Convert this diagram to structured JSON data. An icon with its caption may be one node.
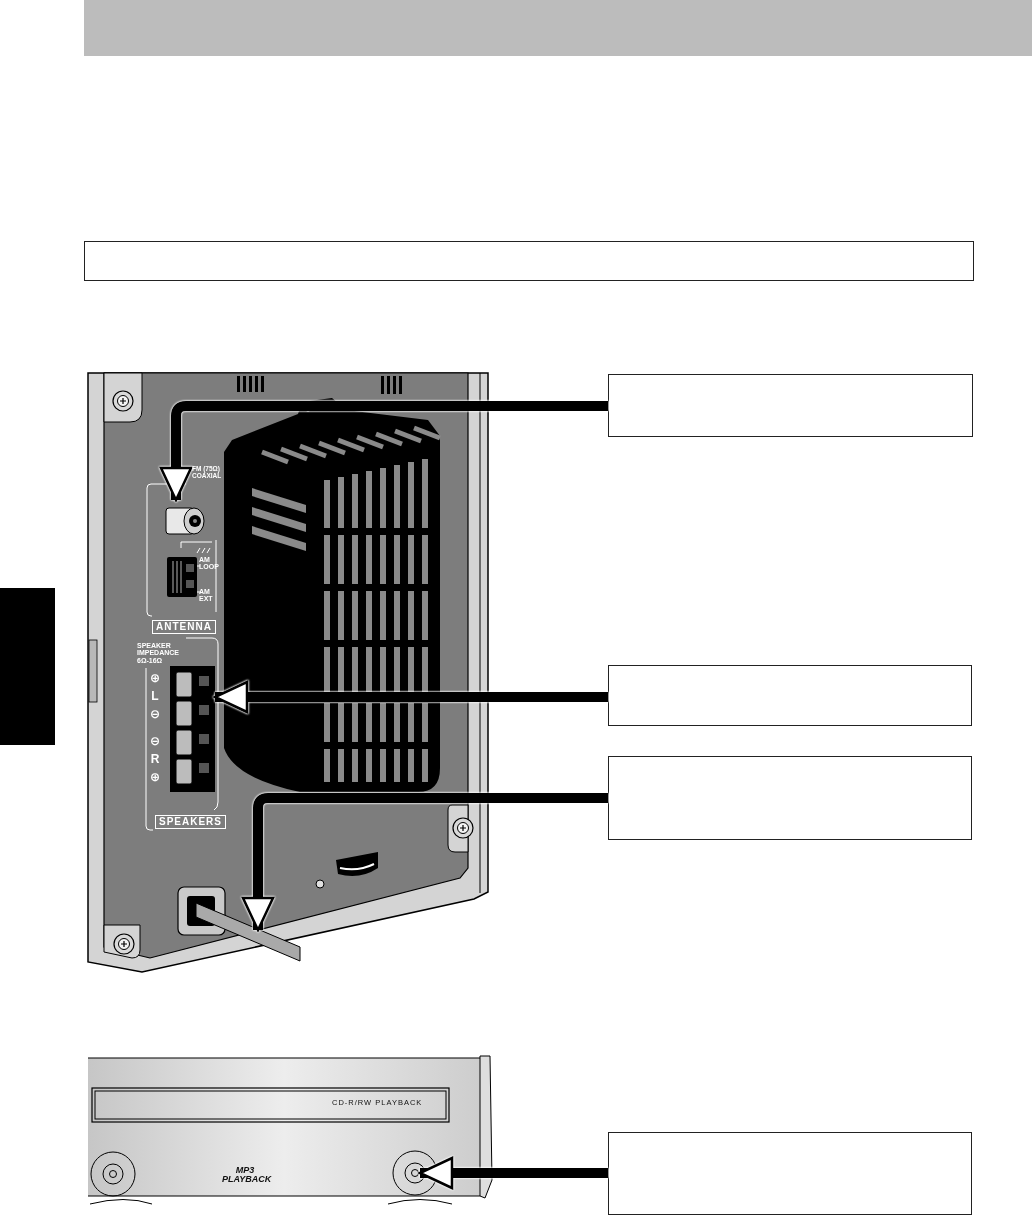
{
  "diagram": {
    "nodes": [
      {
        "text": [],
        "shape": "box"
      },
      {
        "text": [],
        "shape": "box"
      },
      {
        "text": [],
        "shape": "box"
      },
      {
        "text": [],
        "shape": "box"
      },
      {
        "text": [],
        "shape": "box"
      },
      {
        "text": [],
        "shape": "bar"
      }
    ],
    "edges": [
      {
        "from": 1,
        "to": null,
        "arrow": "to"
      },
      {
        "from": 2,
        "to": null,
        "arrow": "to"
      },
      {
        "from": 3,
        "to": null,
        "arrow": "to"
      },
      {
        "from": 4,
        "to": null,
        "arrow": "to"
      }
    ],
    "labels": [
      "FM (75Ω) COAXIAL",
      "AM LOOP",
      "AM EXT",
      "ANTENNA",
      "SPEAKER IMPEDANCE 6Ω-16Ω",
      "⊕",
      "L",
      "⊖",
      "⊖",
      "R",
      "⊕",
      "SPEAKERS",
      "CD-R/RW PLAYBACK",
      "MP3 PLAYBACK"
    ]
  }
}
